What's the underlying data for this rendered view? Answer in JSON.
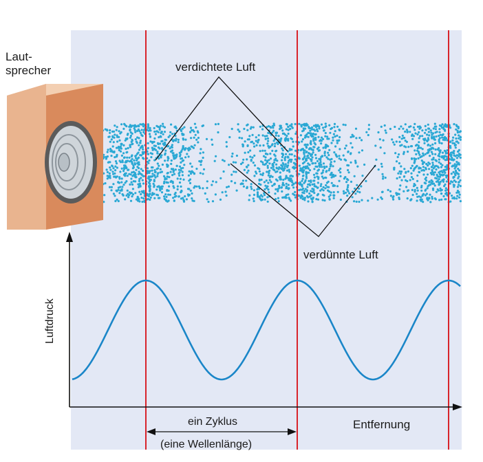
{
  "labels": {
    "speaker": [
      "Laut-",
      "sprecher"
    ],
    "compressed": "verdichtete Luft",
    "rarefied": "verdünnte Luft",
    "y_axis": "Luftdruck",
    "x_axis": "Entfernung",
    "cycle": "ein Zyklus",
    "wavelength": "(eine Wellenlänge)"
  },
  "colors": {
    "background_panel": "#e3e8f5",
    "particles": "#2aa8d4",
    "wave": "#1a86c8",
    "marker_lines": "#d8232a",
    "axes": "#111111",
    "speaker_front": "#d98a5c",
    "speaker_side": "#e9b48f",
    "speaker_top": "#f3cfb2"
  },
  "wave": {
    "cycles_shown": 2.6,
    "description_peaks_at_markers": true
  }
}
